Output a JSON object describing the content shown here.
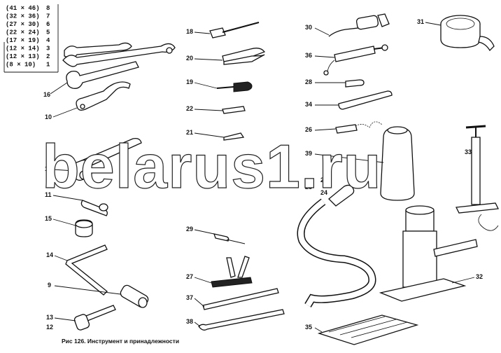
{
  "caption": "Рис 126. Инструмент и принадлежности",
  "watermark": "belarus1.ru",
  "wrench_sizes": [
    {
      "size": "41 × 46",
      "num": "8"
    },
    {
      "size": "32 × 36",
      "num": "7"
    },
    {
      "size": "27 × 30",
      "num": "6"
    },
    {
      "size": "22 × 24",
      "num": "5"
    },
    {
      "size": "17 × 19",
      "num": "4"
    },
    {
      "size": "12 × 14",
      "num": "3"
    },
    {
      "size": "12 × 13",
      "num": "2"
    },
    {
      "size": "8 × 10",
      "num": "1"
    }
  ],
  "labels": {
    "l16": "16",
    "l10": "10",
    "l17": "17",
    "l11": "11",
    "l15": "15",
    "l14": "14",
    "l9": "9",
    "l13": "13",
    "l12": "12",
    "l18": "18",
    "l20": "20",
    "l19": "19",
    "l22": "22",
    "l21": "21",
    "l29": "29",
    "l27": "27",
    "l37": "37",
    "l38": "38",
    "l30": "30",
    "l36": "36",
    "l28": "28",
    "l34": "34",
    "l26": "26",
    "l39": "39",
    "l25": "25",
    "l23": "23",
    "l24": "24",
    "l35": "35",
    "l31": "31",
    "l33": "33",
    "l32": "32"
  }
}
